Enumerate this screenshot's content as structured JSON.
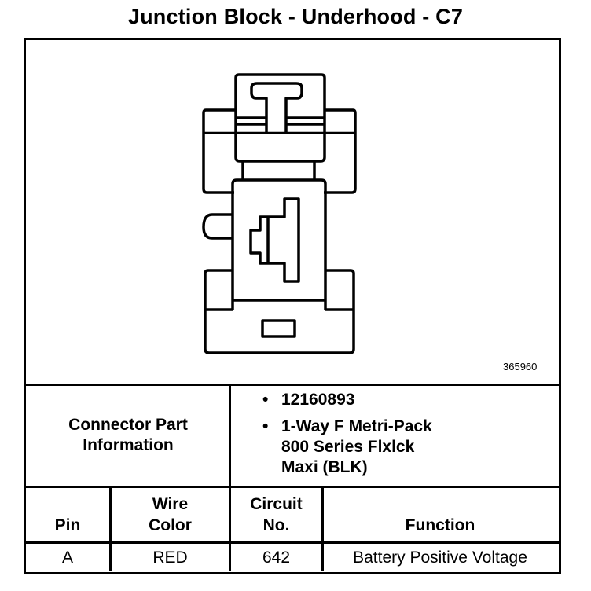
{
  "title": "Junction Block - Underhood - C7",
  "diagram": {
    "name": "connector-face-view",
    "reference_number": "365960"
  },
  "connector_part_information": {
    "label_line1": "Connector Part",
    "label_line2": "Information",
    "items": [
      {
        "bullet": "•",
        "lines": [
          "12160893"
        ]
      },
      {
        "bullet": "•",
        "lines": [
          "1-Way F Metri-Pack",
          "800 Series Flxlck",
          "Maxi (BLK)"
        ]
      }
    ]
  },
  "pin_table": {
    "headers": {
      "pin": [
        "Pin"
      ],
      "wire_color": [
        "Wire",
        "Color"
      ],
      "circuit_no": [
        "Circuit",
        "No."
      ],
      "function": [
        "Function"
      ]
    },
    "rows": [
      {
        "pin": "A",
        "wire_color": "RED",
        "circuit_no": "642",
        "function": "Battery Positive Voltage"
      }
    ]
  }
}
